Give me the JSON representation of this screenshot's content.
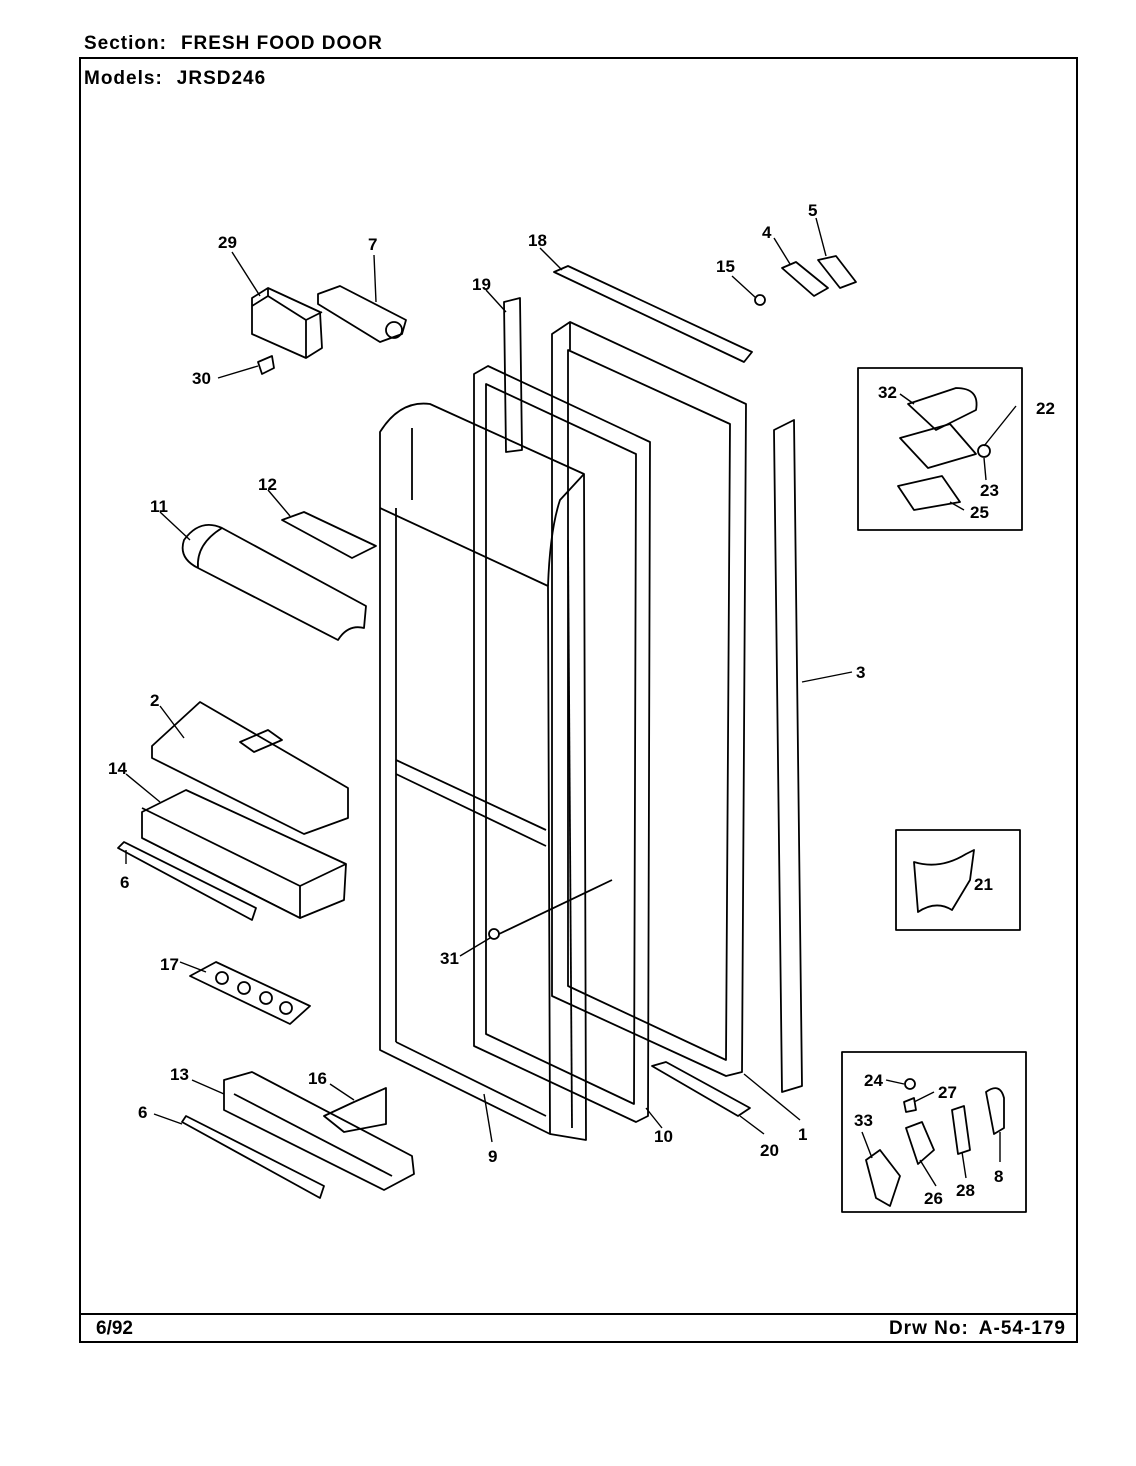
{
  "header": {
    "section_label": "Section:",
    "section_value": "FRESH FOOD DOOR",
    "models_label": "Models:",
    "models_value": "JRSD246"
  },
  "footer": {
    "date": "6/92",
    "drawing_label": "Drw No:",
    "drawing_number": "A-54-179"
  },
  "callouts": [
    "29",
    "7",
    "18",
    "19",
    "5",
    "4",
    "15",
    "30",
    "32",
    "22",
    "23",
    "25",
    "12",
    "11",
    "3",
    "2",
    "14",
    "6",
    "21",
    "31",
    "17",
    "24",
    "27",
    "13",
    "16",
    "33",
    "8",
    "26",
    "28",
    "9",
    "10",
    "20",
    "1",
    "6"
  ]
}
